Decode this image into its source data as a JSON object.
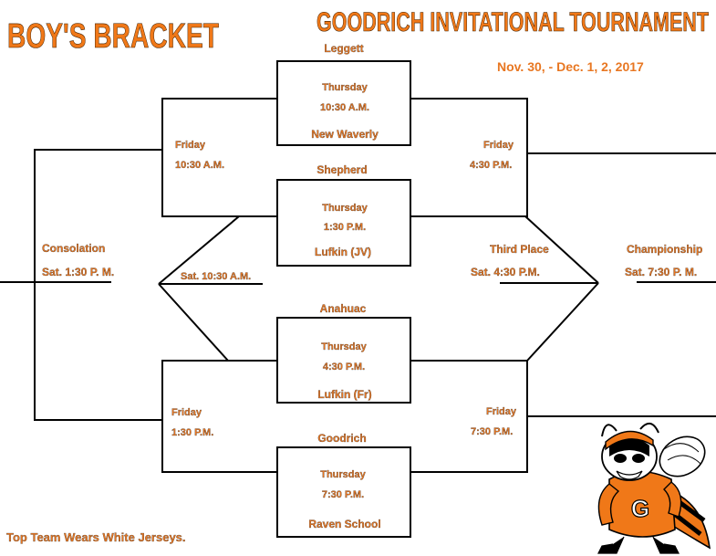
{
  "header": {
    "bracket_title": "BOY'S BRACKET",
    "tournament_title": "GOODRICH INVITATIONAL TOURNAMENT",
    "dates": "Nov. 30, - Dec. 1, 2, 2017"
  },
  "games": {
    "g1": {
      "team_top": "Leggett",
      "day": "Thursday",
      "time": "10:30 A.M.",
      "team_bottom": "New Waverly"
    },
    "g2": {
      "team_top": "Shepherd",
      "day": "Thursday",
      "time": "1:30 P.M.",
      "team_bottom": "Lufkin (JV)"
    },
    "g3": {
      "team_top": "Anahuac",
      "day": "Thursday",
      "time": "4:30 P.M.",
      "team_bottom": "Lufkin (Fr)"
    },
    "g4": {
      "team_top": "Goodrich",
      "day": "Thursday",
      "time": "7:30 P.M.",
      "team_bottom": "Raven School"
    }
  },
  "second_round": {
    "left_top": {
      "day": "Friday",
      "time": "10:30 A.M."
    },
    "left_bottom": {
      "day": "Friday",
      "time": "1:30  P.M."
    },
    "right_top": {
      "day": "Friday",
      "time": "4:30 P.M."
    },
    "right_bottom": {
      "day": "Friday",
      "time": "7:30 P.M."
    }
  },
  "finals": {
    "consolation_label": "Consolation",
    "consolation_time": "Sat.   1:30 P. M.",
    "consolation_semi_time": "Sat.   10:30 A.M.",
    "third_place_label": "Third Place",
    "third_place_time": "Sat.   4:30 P.M.",
    "championship_label": "Championship",
    "championship_time": "Sat.  7:30 P. M."
  },
  "footer": {
    "note": "Top Team Wears White Jerseys."
  },
  "mascot": {
    "icon": "hornet-mascot-icon",
    "letter": "G"
  },
  "colors": {
    "accent": "#f07818",
    "text_orange": "#e87722",
    "lines": "#000000"
  }
}
